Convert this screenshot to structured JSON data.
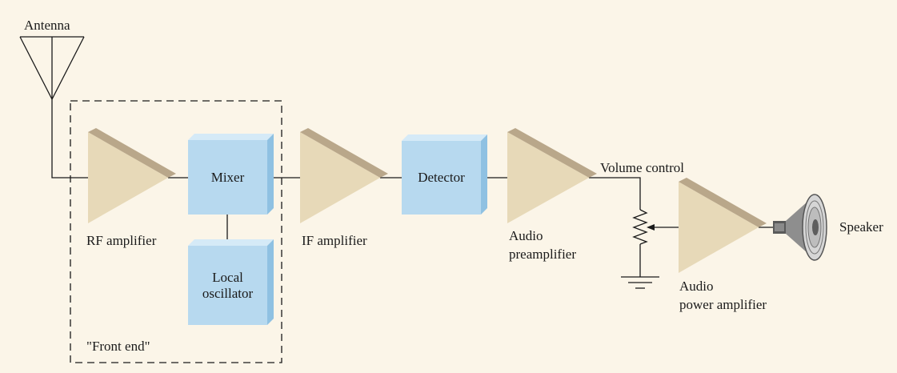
{
  "labels": {
    "antenna": "Antenna",
    "rf_amplifier": "RF amplifier",
    "mixer": "Mixer",
    "local_oscillator_line1": "Local",
    "local_oscillator_line2": "oscillator",
    "front_end": "\"Front end\"",
    "if_amplifier": "IF amplifier",
    "detector": "Detector",
    "audio_preamp_line1": "Audio",
    "audio_preamp_line2": "preamplifier",
    "volume_control": "Volume control",
    "audio_power_line1": "Audio",
    "audio_power_line2": "power amplifier",
    "speaker": "Speaker"
  },
  "colors": {
    "background": "#fbf5e8",
    "amplifier_fill": "#e7d9b8",
    "amplifier_edge": "#b9a78a",
    "block_front": "#b7d9ef",
    "block_top": "#d5eaf7",
    "block_side": "#8fc1e2",
    "wire": "#1a1a1a"
  }
}
